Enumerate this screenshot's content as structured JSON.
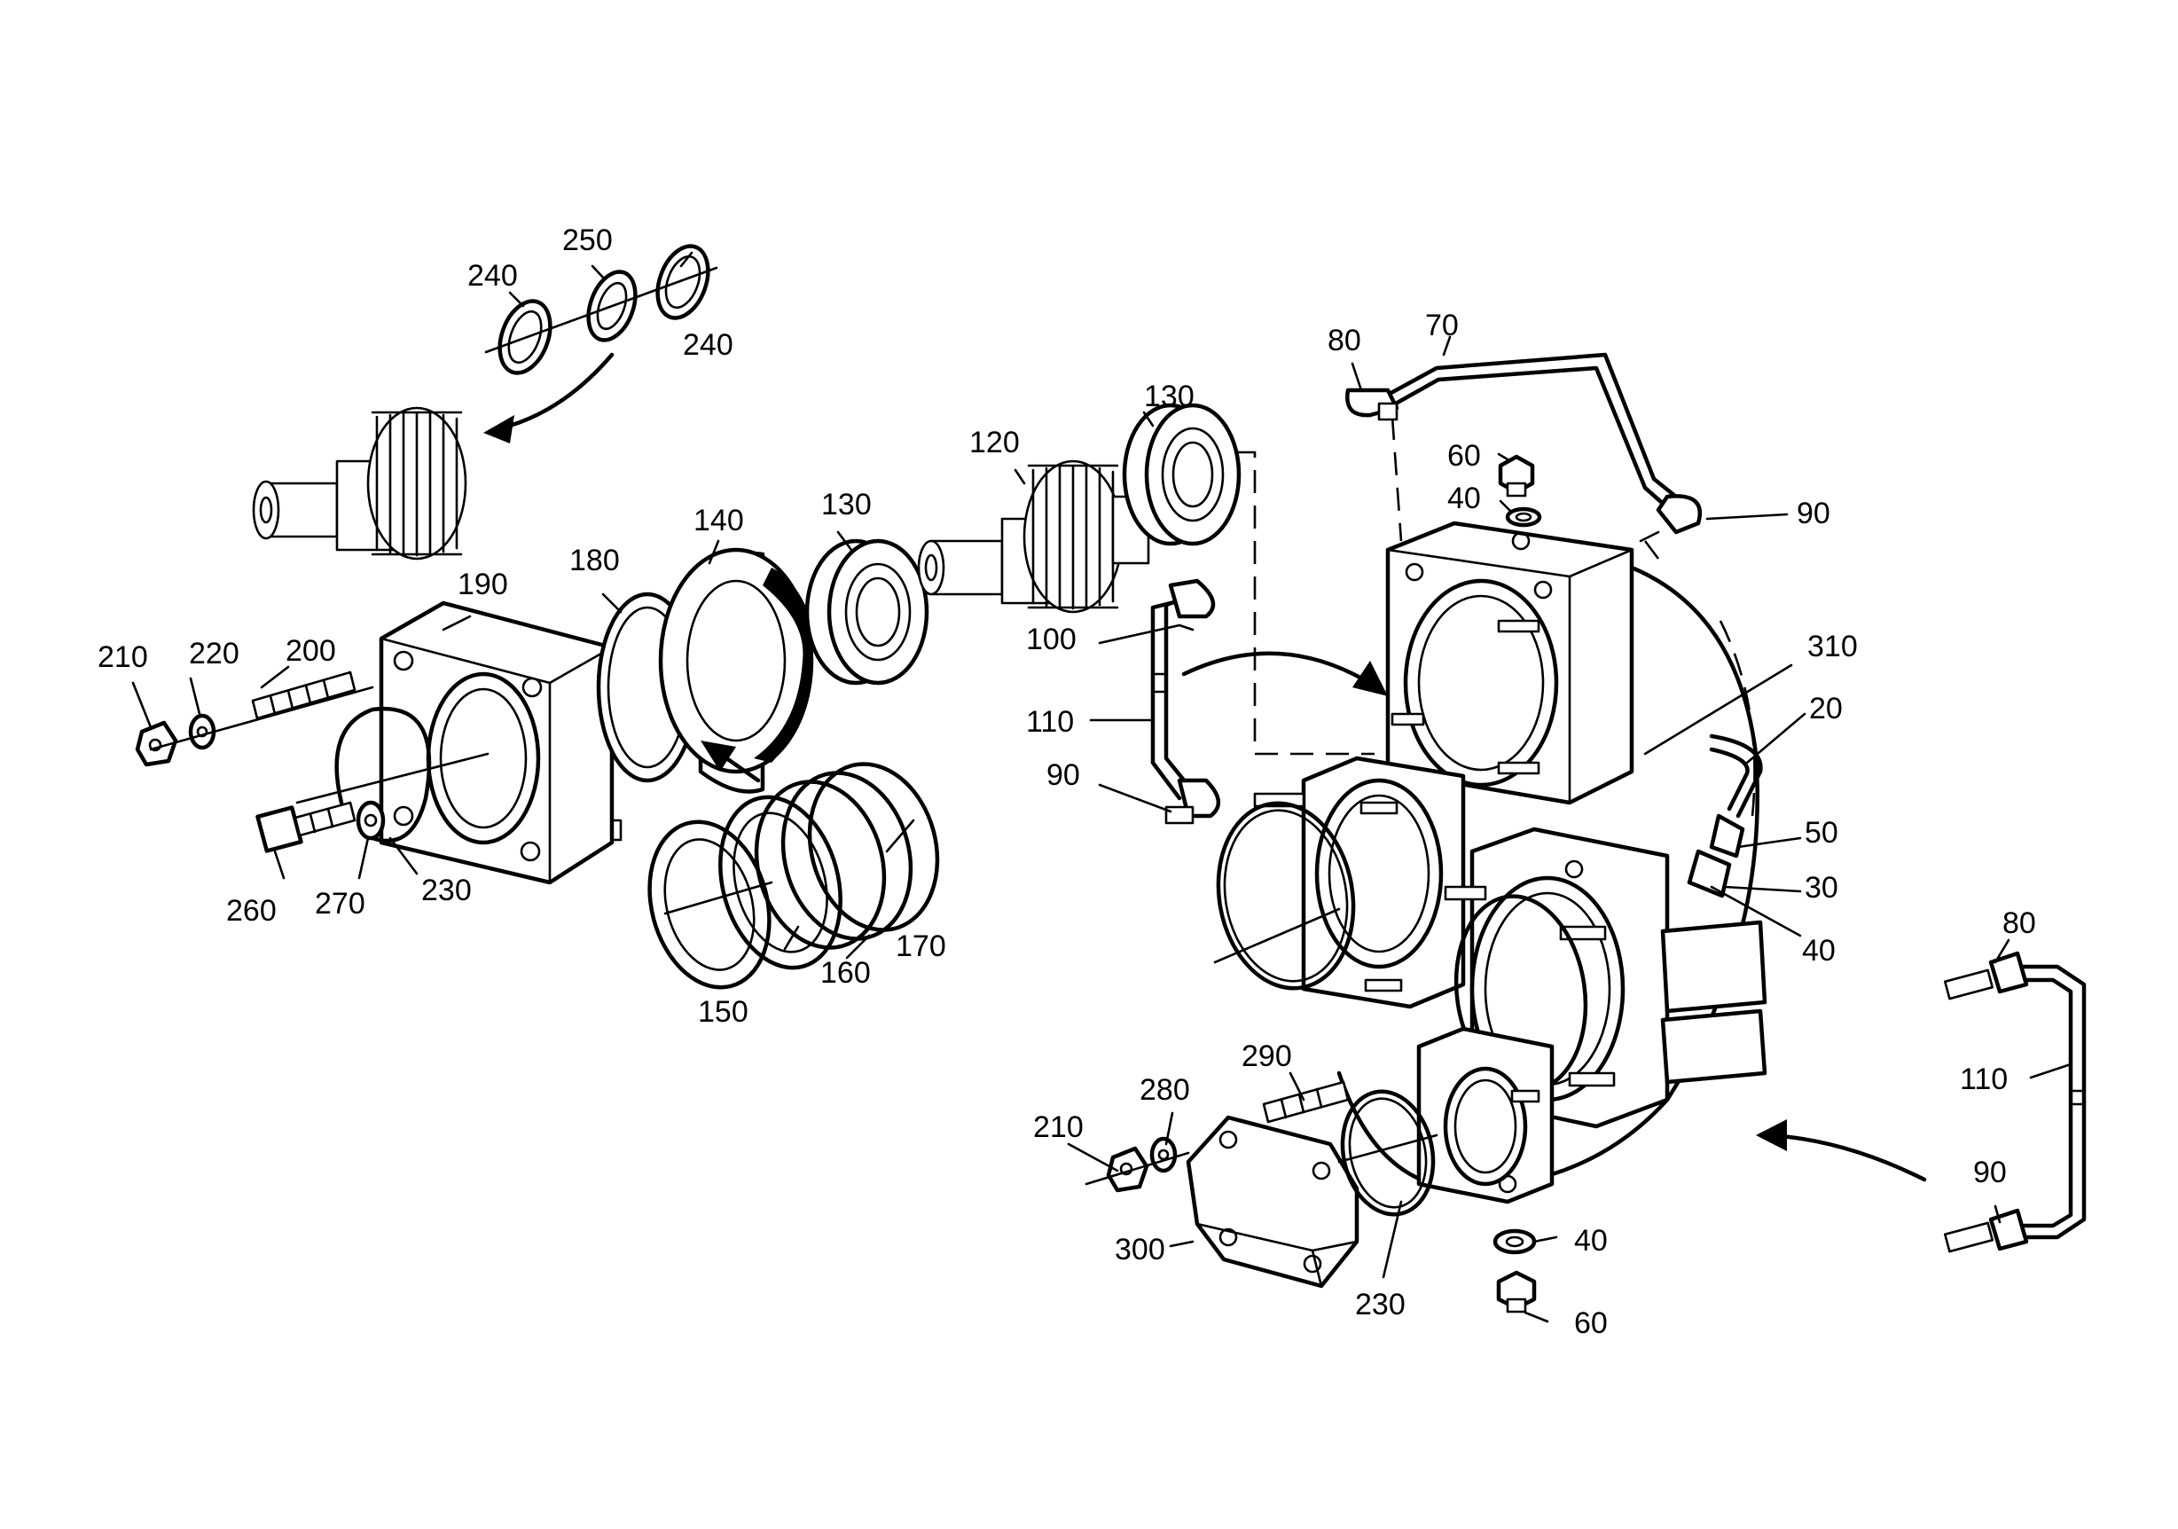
{
  "callouts": [
    {
      "id": "c240a",
      "text": "240"
    },
    {
      "id": "c250",
      "text": "250"
    },
    {
      "id": "c240b",
      "text": "240"
    },
    {
      "id": "c190",
      "text": "190"
    },
    {
      "id": "c180",
      "text": "180"
    },
    {
      "id": "c140",
      "text": "140"
    },
    {
      "id": "c130a",
      "text": "130"
    },
    {
      "id": "c120",
      "text": "120"
    },
    {
      "id": "c130b",
      "text": "130"
    },
    {
      "id": "c210a",
      "text": "210"
    },
    {
      "id": "c220",
      "text": "220"
    },
    {
      "id": "c200",
      "text": "200"
    },
    {
      "id": "c260",
      "text": "260"
    },
    {
      "id": "c270",
      "text": "270"
    },
    {
      "id": "c230a",
      "text": "230"
    },
    {
      "id": "c150",
      "text": "150"
    },
    {
      "id": "c160",
      "text": "160"
    },
    {
      "id": "c170",
      "text": "170"
    },
    {
      "id": "c80a",
      "text": "80"
    },
    {
      "id": "c70",
      "text": "70"
    },
    {
      "id": "c60a",
      "text": "60"
    },
    {
      "id": "c40a",
      "text": "40"
    },
    {
      "id": "c90a",
      "text": "90"
    },
    {
      "id": "c100",
      "text": "100"
    },
    {
      "id": "c110a",
      "text": "110"
    },
    {
      "id": "c90b",
      "text": "90"
    },
    {
      "id": "c310",
      "text": "310"
    },
    {
      "id": "c20",
      "text": "20"
    },
    {
      "id": "c50",
      "text": "50"
    },
    {
      "id": "c30",
      "text": "30"
    },
    {
      "id": "c40b",
      "text": "40"
    },
    {
      "id": "c80b",
      "text": "80"
    },
    {
      "id": "c110b",
      "text": "110"
    },
    {
      "id": "c90c",
      "text": "90"
    },
    {
      "id": "c290",
      "text": "290"
    },
    {
      "id": "c280",
      "text": "280"
    },
    {
      "id": "c210b",
      "text": "210"
    },
    {
      "id": "c300",
      "text": "300"
    },
    {
      "id": "c230b",
      "text": "230"
    },
    {
      "id": "c40c",
      "text": "40"
    },
    {
      "id": "c60b",
      "text": "60"
    }
  ]
}
